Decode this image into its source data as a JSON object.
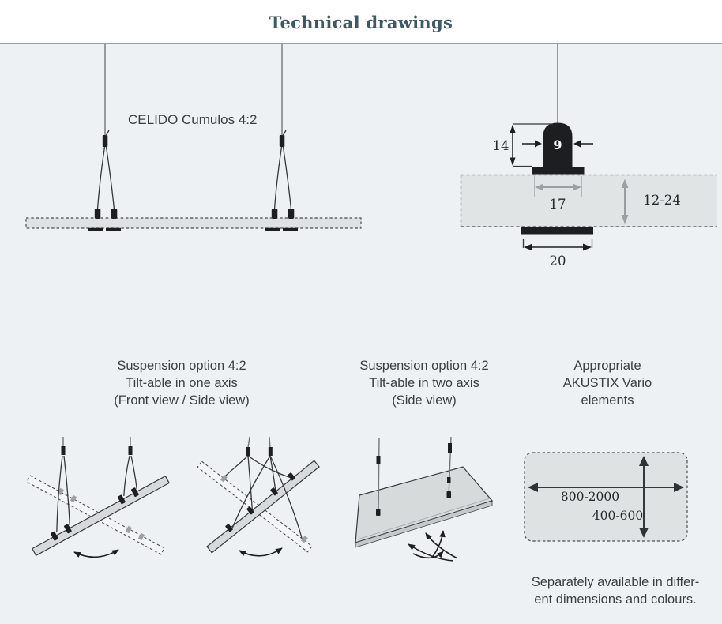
{
  "header": {
    "title": "Technical drawings"
  },
  "colors": {
    "title_accent": "#3d5966",
    "page_background": "#eef1f4",
    "panel_fill": "#dfe2e3",
    "drawing_ink": "#1c1e1f",
    "dimension_gray": "#8f9699",
    "body_text": "#3b4043"
  },
  "overview": {
    "product_label": "CELIDO Cumulos 4:2"
  },
  "profile_detail": {
    "clamp_height": "14",
    "clamp_width": "9",
    "flange_width": "17",
    "panel_thickness": "12-24",
    "plate_width": "20"
  },
  "options": [
    {
      "caption": [
        "Suspension option 4:2",
        "Tilt-able in one axis",
        "(Front view / Side view)"
      ]
    },
    {
      "caption": [
        "Suspension option 4:2",
        "Tilt-able in two axis",
        "(Side view)"
      ]
    },
    {
      "caption": [
        "Appropriate",
        "AKUSTIX Vario",
        "elements"
      ],
      "length_range": "800-2000",
      "width_range": "400-600"
    }
  ],
  "footnote": [
    "Separately available in differ-",
    "ent dimensions and colours."
  ]
}
